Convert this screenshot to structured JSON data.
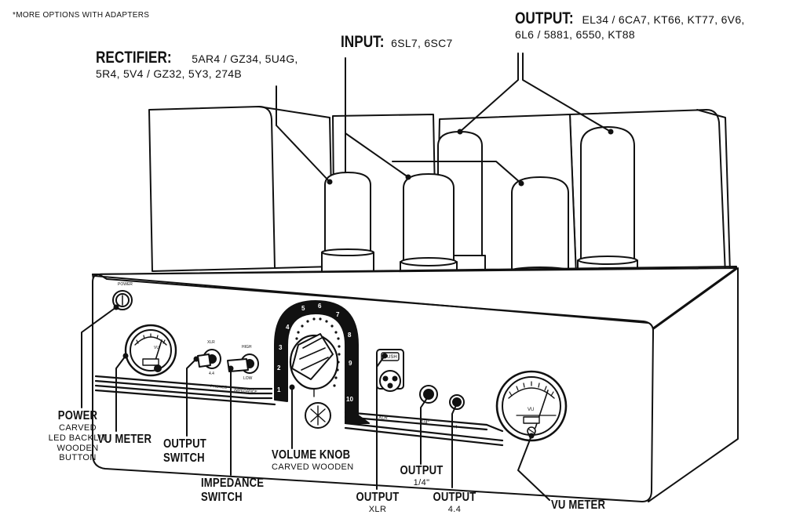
{
  "footnote": "*MORE OPTIONS WITH ADAPTERS",
  "labels": {
    "rectifier": {
      "title": "RECTIFIER:",
      "line1": "5AR4 / GZ34, 5U4G,",
      "line2": "5R4, 5V4 / GZ32, 5Y3, 274B"
    },
    "input": {
      "title": "INPUT:",
      "value": "6SL7, 6SC7"
    },
    "output_tubes": {
      "title": "OUTPUT:",
      "line1": "EL34 / 6CA7, KT66, KT77, 6V6,",
      "line2": "6L6 / 5881, 6550, KT88"
    },
    "power": {
      "title": "POWER",
      "sub1": "CARVED",
      "sub2": "LED BACKLIT",
      "sub3": "WOODEN",
      "sub4": "BUTTON"
    },
    "vu_meter_left": {
      "title": "VU METER"
    },
    "output_switch": {
      "line1": "OUTPUT",
      "line2": "SWITCH"
    },
    "impedance_switch": {
      "line1": "IMPEDANCE",
      "line2": "SWITCH"
    },
    "volume_knob": {
      "title": "VOLUME KNOB",
      "sub": "CARVED WOODEN"
    },
    "output_xlr": {
      "title": "OUTPUT",
      "sub": "XLR"
    },
    "output_quarter": {
      "title": "OUTPUT",
      "sub": "1/4\""
    },
    "output_44": {
      "title": "OUTPUT",
      "sub": "4.4"
    },
    "vu_meter_right": {
      "title": "VU METER"
    }
  },
  "panel_text": {
    "power": "POWER",
    "xlr_small": "XLR",
    "v44_small": "4.4",
    "high": "HIGH",
    "low": "LOW",
    "phones": "PHONES",
    "impedance": "IMPEDANCE",
    "push": "PUSH",
    "jack_xlr": "XLR",
    "jack_quarter": "1/4\"",
    "jack_44": "4.4",
    "vu": "VU",
    "dial": [
      "1",
      "2",
      "3",
      "4",
      "5",
      "6",
      "7",
      "8",
      "9",
      "10"
    ]
  }
}
